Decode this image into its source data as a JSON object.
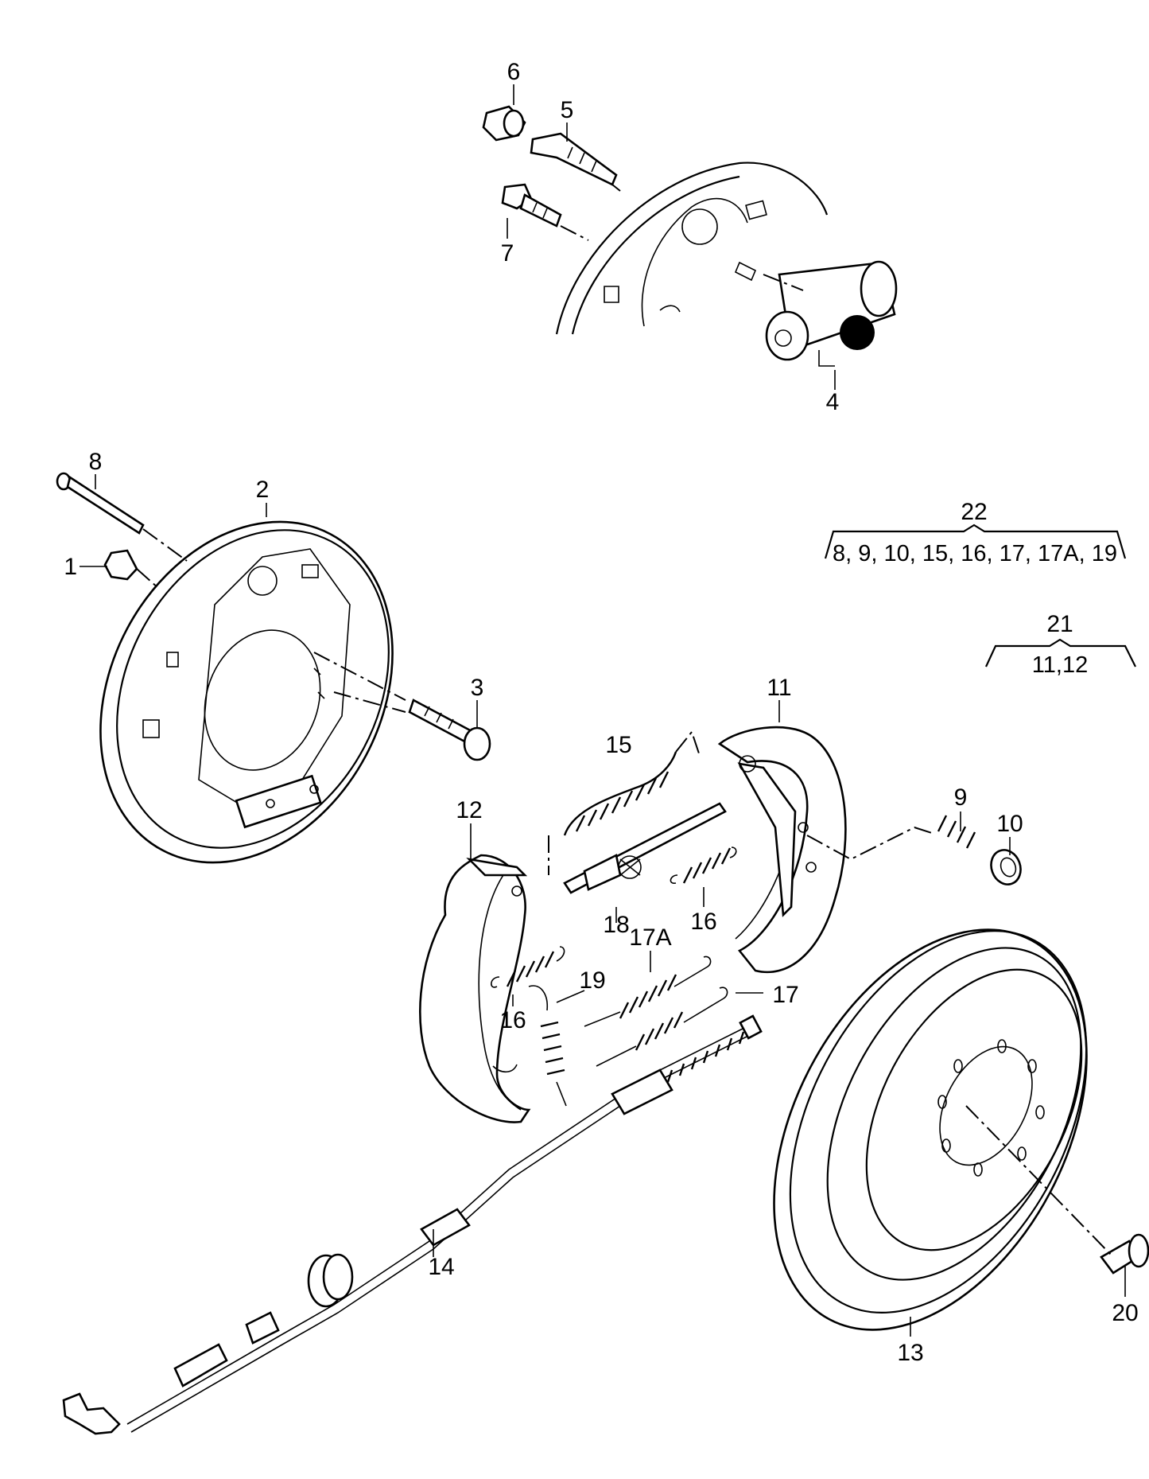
{
  "callouts": {
    "c1": "1",
    "c2": "2",
    "c3": "3",
    "c4": "4",
    "c5": "5",
    "c6": "6",
    "c7": "7",
    "c8": "8",
    "c9": "9",
    "c10": "10",
    "c11": "11",
    "c12": "12",
    "c13": "13",
    "c14": "14",
    "c15": "15",
    "c16a": "16",
    "c16b": "16",
    "c17": "17",
    "c17a": "17A",
    "c18": "18",
    "c19": "19",
    "c20": "20"
  },
  "groups": {
    "g22": {
      "number": "22",
      "members": "8, 9, 10, 15, 16, 17, 17A, 19"
    },
    "g21": {
      "number": "21",
      "members": "11,12"
    }
  }
}
